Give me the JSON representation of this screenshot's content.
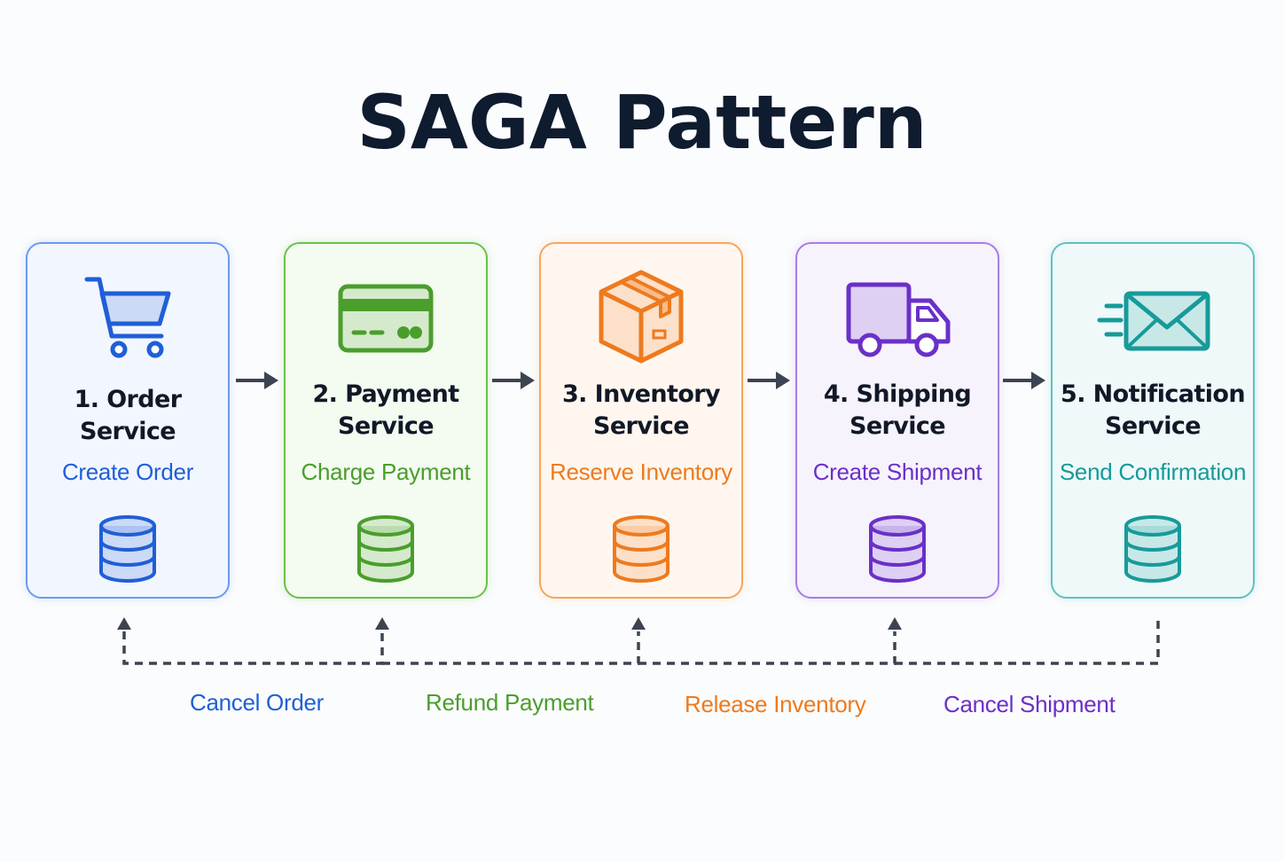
{
  "title": "SAGA Pattern",
  "colors": {
    "title": "#0f1b2e",
    "arrow": "#3d4451",
    "dashed": "#3d4451",
    "blue": "#1f5fd6",
    "green": "#4a9e2c",
    "orange": "#ee7a1e",
    "purple": "#6a30c8",
    "teal": "#179a9a"
  },
  "services": [
    {
      "name": "1. Order Service",
      "action": "Create Order",
      "icon": "shopping-cart-icon",
      "color": "#1f5fd6",
      "bg": "#f2f6fe",
      "border": "#6d9af0"
    },
    {
      "name": "2. Payment\nService",
      "action": "Charge Payment",
      "icon": "credit-card-icon",
      "color": "#4a9e2c",
      "bg": "#f4fbf0",
      "border": "#6cc14a"
    },
    {
      "name": "3. Inventory\nService",
      "action": "Reserve Inventory",
      "icon": "package-box-icon",
      "color": "#ee7a1e",
      "bg": "#fff7ef",
      "border": "#f6a65a"
    },
    {
      "name": "4. Shipping\nService",
      "action": "Create Shipment",
      "icon": "delivery-truck-icon",
      "color": "#6a30c8",
      "bg": "#f7f3fd",
      "border": "#a67de6"
    },
    {
      "name": "5. Notification\nService",
      "action": "Send Confirmation",
      "icon": "envelope-icon",
      "color": "#179a9a",
      "bg": "#eff9f9",
      "border": "#5fc1c1"
    }
  ],
  "compensations": [
    {
      "label": "Cancel Order",
      "color": "#1f5fd6"
    },
    {
      "label": "Refund Payment",
      "color": "#4a9e2c"
    },
    {
      "label": "Release Inventory",
      "color": "#ee7a1e"
    },
    {
      "label": "Cancel Shipment",
      "color": "#6a30c8"
    }
  ]
}
